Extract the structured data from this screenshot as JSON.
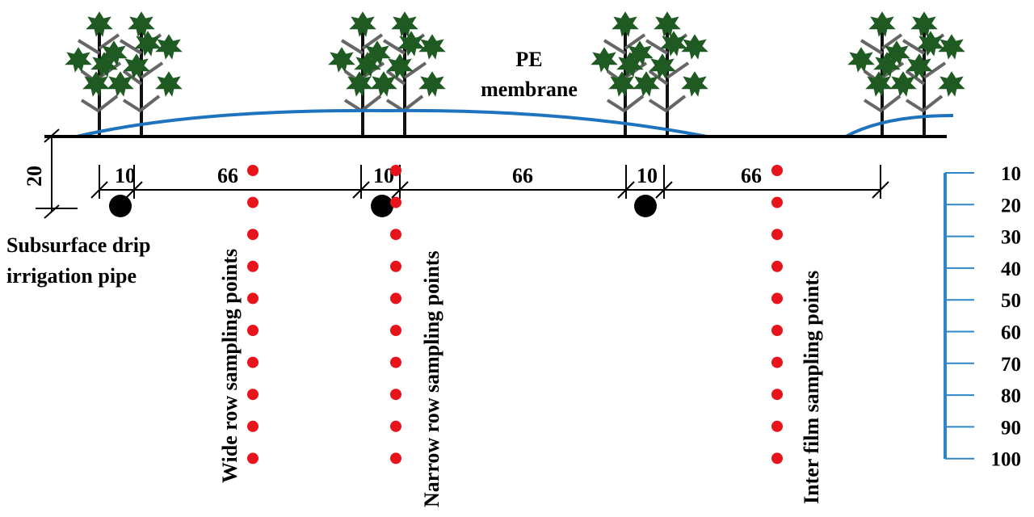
{
  "membrane_label": [
    "PE",
    "membrane"
  ],
  "pipe_label": [
    "Subsurface drip",
    "irrigation pipe"
  ],
  "depth_dimension": "20",
  "dimensions": [
    {
      "text": "10"
    },
    {
      "text": "66"
    },
    {
      "text": "10"
    },
    {
      "text": "66"
    },
    {
      "text": "10"
    },
    {
      "text": "66"
    }
  ],
  "sampling_columns": [
    {
      "label": "Wide row sampling points",
      "points": 10
    },
    {
      "label": "Narrow row sampling points",
      "points": 10
    },
    {
      "label": "Inter film sampling points",
      "points": 10
    }
  ],
  "depth_scale": [
    "10",
    "20",
    "30",
    "40",
    "50",
    "60",
    "70",
    "80",
    "90",
    "100"
  ],
  "colors": {
    "sampling_point": "#e8141c",
    "membrane": "#1e73be",
    "scale": "#2e86c9",
    "foliage": "#1f5a23",
    "stem": "#111111",
    "branch": "#666666",
    "pipe": "#000000"
  },
  "icons": [
    "cotton-plant-icon",
    "drip-pipe-icon",
    "sampling-point-icon"
  ]
}
